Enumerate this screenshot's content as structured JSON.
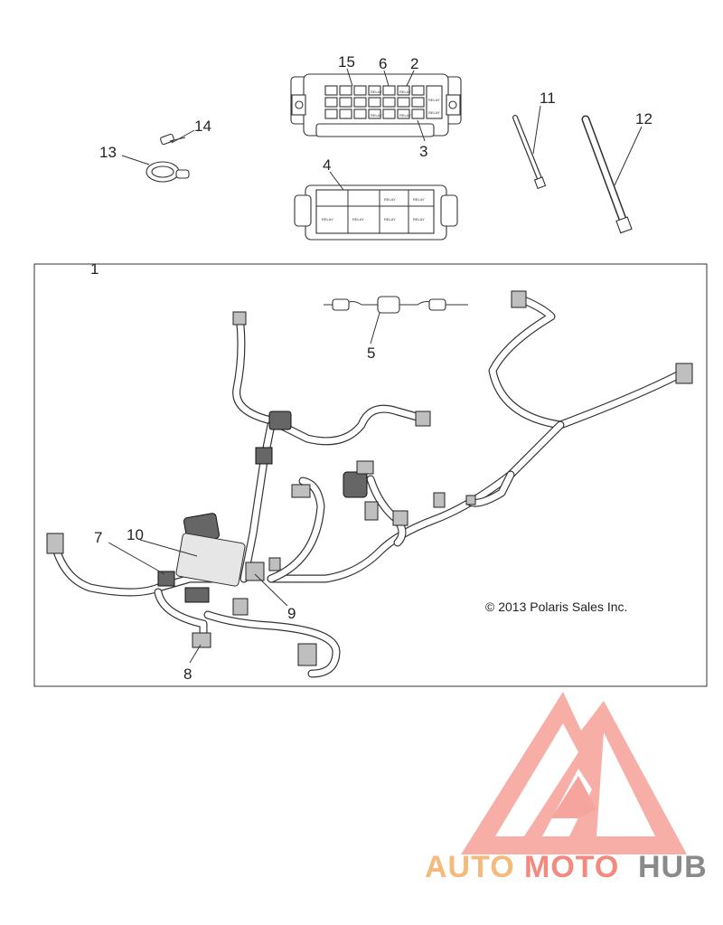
{
  "callouts": {
    "c1": "1",
    "c2": "2",
    "c3": "3",
    "c4": "4",
    "c5": "5",
    "c6": "6",
    "c7": "7",
    "c8": "8",
    "c9": "9",
    "c10": "10",
    "c11": "11",
    "c12": "12",
    "c13": "13",
    "c14": "14",
    "c15": "15"
  },
  "copyright": "© 2013 Polaris Sales Inc.",
  "watermark": {
    "part1": "AUTO",
    "part2": "MOTO",
    "part3": "HUB",
    "color_auto": "#f5b97c",
    "color_moto": "#f28a80",
    "color_hub": "#8a8a8a",
    "logo_color": "#f4a09a"
  },
  "fuse_box_labels": {
    "r1": [
      "RELAY",
      "RELAY",
      "RELAY"
    ],
    "r2": [
      "RELAY",
      "RELAY",
      "RELAY"
    ]
  },
  "fuse_cover_labels": [
    "RELAY",
    "RELAY",
    "RELAY",
    "RELAY",
    "RELAY",
    "RELAY"
  ]
}
